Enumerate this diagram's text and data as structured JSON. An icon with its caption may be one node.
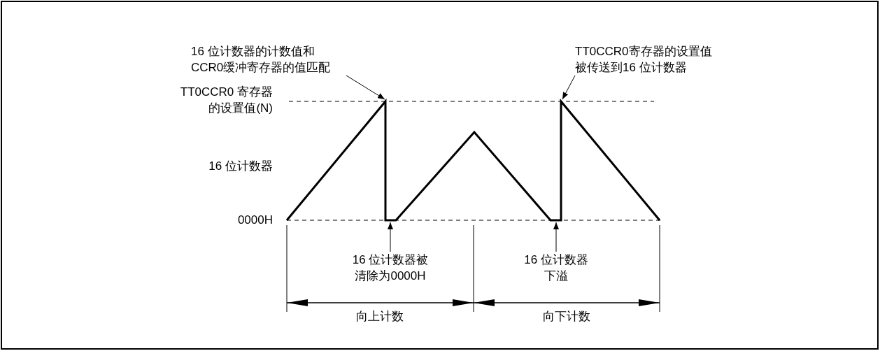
{
  "diagram": {
    "nodes": [
      {
        "text": [
          "16 位计数器的计数值和CCR0缓冲寄存器的值匹配"
        ]
      },
      {
        "text": [
          "TT0CCR0寄存器的设置值被传送到16 位计数器"
        ]
      },
      {
        "text": [
          "16 位计数器被清除为0000H"
        ]
      },
      {
        "text": [
          "16 位计数器下溢"
        ]
      }
    ],
    "edges": [
      {
        "from": 0,
        "to": null,
        "arrow": "to"
      },
      {
        "from": 1,
        "to": null,
        "arrow": "to"
      },
      {
        "from": 2,
        "to": null,
        "arrow": "to"
      },
      {
        "from": 3,
        "to": null,
        "arrow": "to"
      }
    ],
    "labels": [
      "TT0CCR0 寄存器的设置值(N)",
      "16 位计数器",
      "0000H",
      "向上计数",
      "向下计数"
    ]
  }
}
